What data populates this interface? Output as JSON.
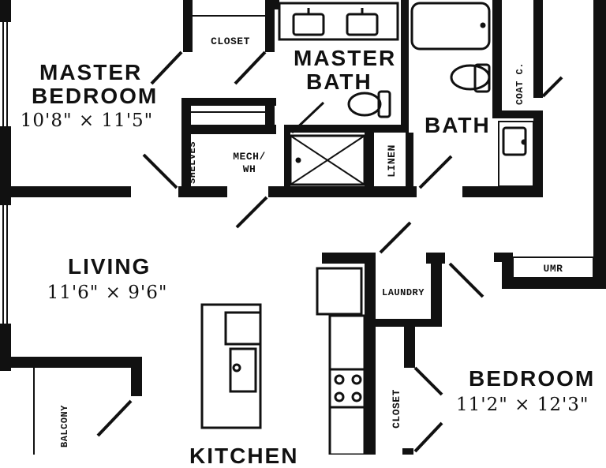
{
  "rooms": {
    "master_bedroom": {
      "name_line1": "MASTER",
      "name_line2": "BEDROOM",
      "dims": "10'8\" × 11'5\""
    },
    "master_bath": {
      "name_line1": "MASTER",
      "name_line2": "BATH"
    },
    "bath": {
      "name": "BATH"
    },
    "living": {
      "name": "LIVING",
      "dims": "11'6\" × 9'6\""
    },
    "bedroom": {
      "name": "BEDROOM",
      "dims": "11'2\" × 12'3\""
    },
    "kitchen": {
      "name": "KITCHEN"
    }
  },
  "labels": {
    "closet_top": "CLOSET",
    "closet_bedroom": "CLOSET",
    "shelves": "SHELVES",
    "mech_line1": "MECH/",
    "mech_line2": "WH",
    "linen": "LINEN",
    "coat_closet": "COAT C.",
    "laundry": "LAUNDRY",
    "umr": "UMR",
    "balcony": "BALCONY"
  }
}
